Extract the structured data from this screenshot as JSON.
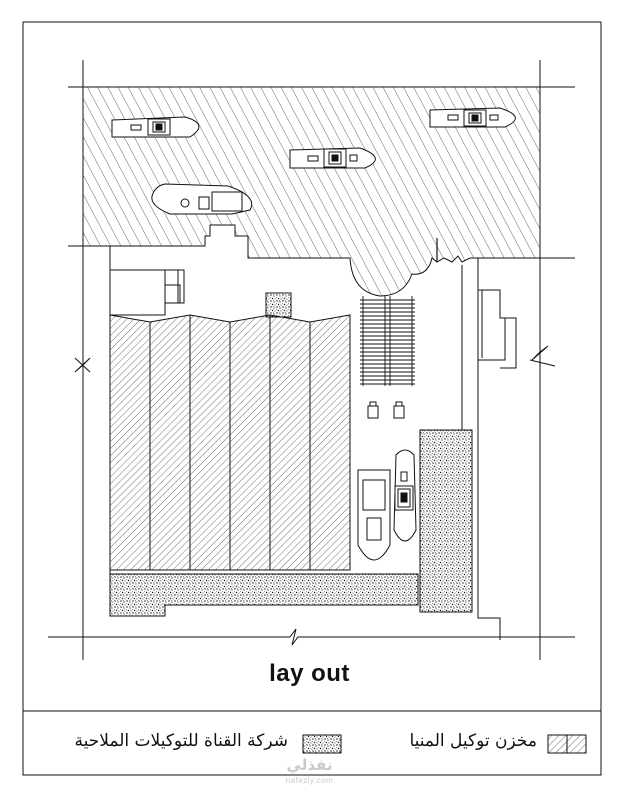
{
  "plan": {
    "title": "lay out"
  },
  "legend": {
    "items": [
      {
        "label": "مخزن توكيل المنيا",
        "pattern": "diagonal-hatch"
      },
      {
        "label": "شركة القناة للتوكيلات الملاحية",
        "pattern": "stipple"
      }
    ]
  },
  "watermark": {
    "arabic": "نفذلي",
    "latin": "nafezly.com"
  },
  "colors": {
    "line": "#111111",
    "background": "#ffffff",
    "watermark": "#c9c9c9"
  }
}
